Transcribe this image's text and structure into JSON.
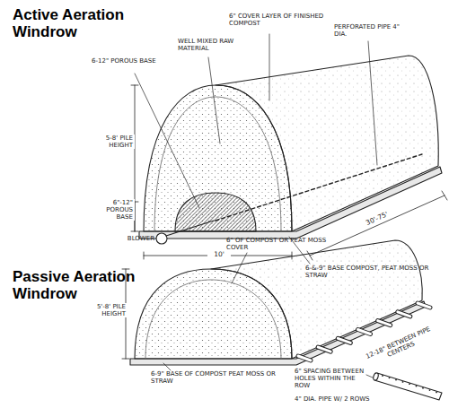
{
  "diagram": {
    "title": "Active Aeration Windrow",
    "labels": [
      "6\" COVER LAYER OF FINISHED COMPOST",
      "WELL MIXED RAW MATERIAL",
      "PERFORATED PIPE 4\" DIA.",
      "6-12\" POROUS BASE",
      "5-8' PILE HEIGHT",
      "6\"-12\" POROUS BASE",
      "BLOWER",
      "10'",
      "30'-75'",
      "6-&-9\" BASE COMPOST, PEAT MOSS OR STRAW",
      "Passive Aeration Windrow",
      "6\" OF COMPOST OR PEAT MOSS COVER",
      "5'-8' PILE HEIGHT",
      "6-9\" BASE OF COMPOST PEAT MOSS OR STRAW",
      "12-18\" BETWEEN PIPE CENTERS",
      "6\" SPACING BETWEEN HOLES WITHIN THE ROW",
      "4\" DIA. PIPE W/ 2 ROWS"
    ]
  }
}
